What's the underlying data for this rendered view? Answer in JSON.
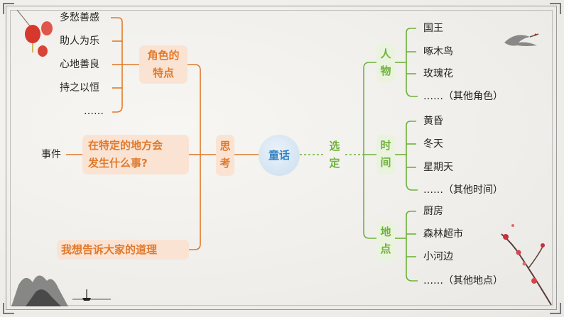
{
  "center": "童话",
  "left_branch": {
    "label_char1": "思",
    "label_char2": "考",
    "traits": {
      "label_line1": "角色的",
      "label_line2": "特点",
      "items": [
        "多愁善感",
        "助人为乐",
        "心地善良",
        "持之以恒",
        "……"
      ]
    },
    "event": {
      "prefix": "事件",
      "line1": "在特定的地方会",
      "line2": "发生什么事?"
    },
    "lesson": "我想告诉大家的道理"
  },
  "right_branch": {
    "label_char1": "选",
    "label_char2": "定",
    "groups": [
      {
        "char1": "人",
        "char2": "物",
        "items": [
          "国王",
          "啄木鸟",
          "玫瑰花",
          "……（其他角色）"
        ]
      },
      {
        "char1": "时",
        "char2": "间",
        "items": [
          "黄昏",
          "冬天",
          "星期天",
          "……（其他时间）"
        ]
      },
      {
        "char1": "地",
        "char2": "点",
        "items": [
          "厨房",
          "森林超市",
          "小河边",
          "……（其他地点）"
        ]
      }
    ]
  },
  "colors": {
    "orange": "#e07a2c",
    "green": "#6fb23a",
    "blue": "#2f7fc3",
    "dark": "#222222"
  }
}
